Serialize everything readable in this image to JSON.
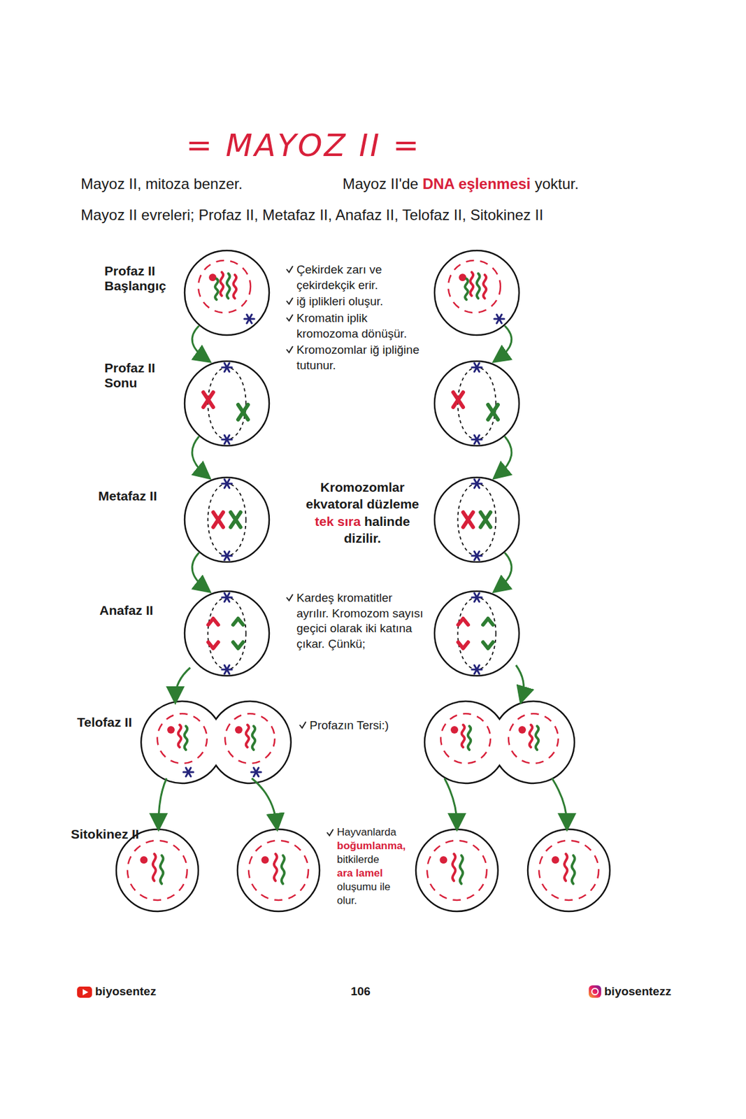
{
  "diagram": {
    "title": "= MAYOZ II =",
    "labels": [
      "Mayoz II, mitoza benzer.",
      "Mayoz II'de",
      "DNA eşlenmesi",
      "yoktur.",
      "Mayoz II evreleri; Profaz II, Metafaz II, Anafaz II, Telofaz II, Sitokinez II",
      "Profaz II Başlangıç",
      "Profaz II Sonu",
      "Metafaz II",
      "Anafaz II",
      "Telofaz II",
      "Sitokinez II",
      "Çekirdek zarı ve çekirdekçik erir.",
      "iğ iplikleri oluşur.",
      "Kromatin iplik kromozoma dönüşür.",
      "Kromozomlar iğ ipliğine tutunur.",
      "Kromozomlar ekvatoral düzleme",
      "tek sıra",
      "halinde dizilir.",
      "Kardeş kromatitler ayrılır. Kromozom sayısı geçici olarak iki katına çıkar. Çünkü;",
      "Profazın Tersi:)",
      "Hayvanlarda",
      "boğumlanma,",
      "bitkilerde",
      "ara lamel",
      "oluşumu ile olur.",
      "biyosentez",
      "106",
      "biyosentezz"
    ]
  }
}
